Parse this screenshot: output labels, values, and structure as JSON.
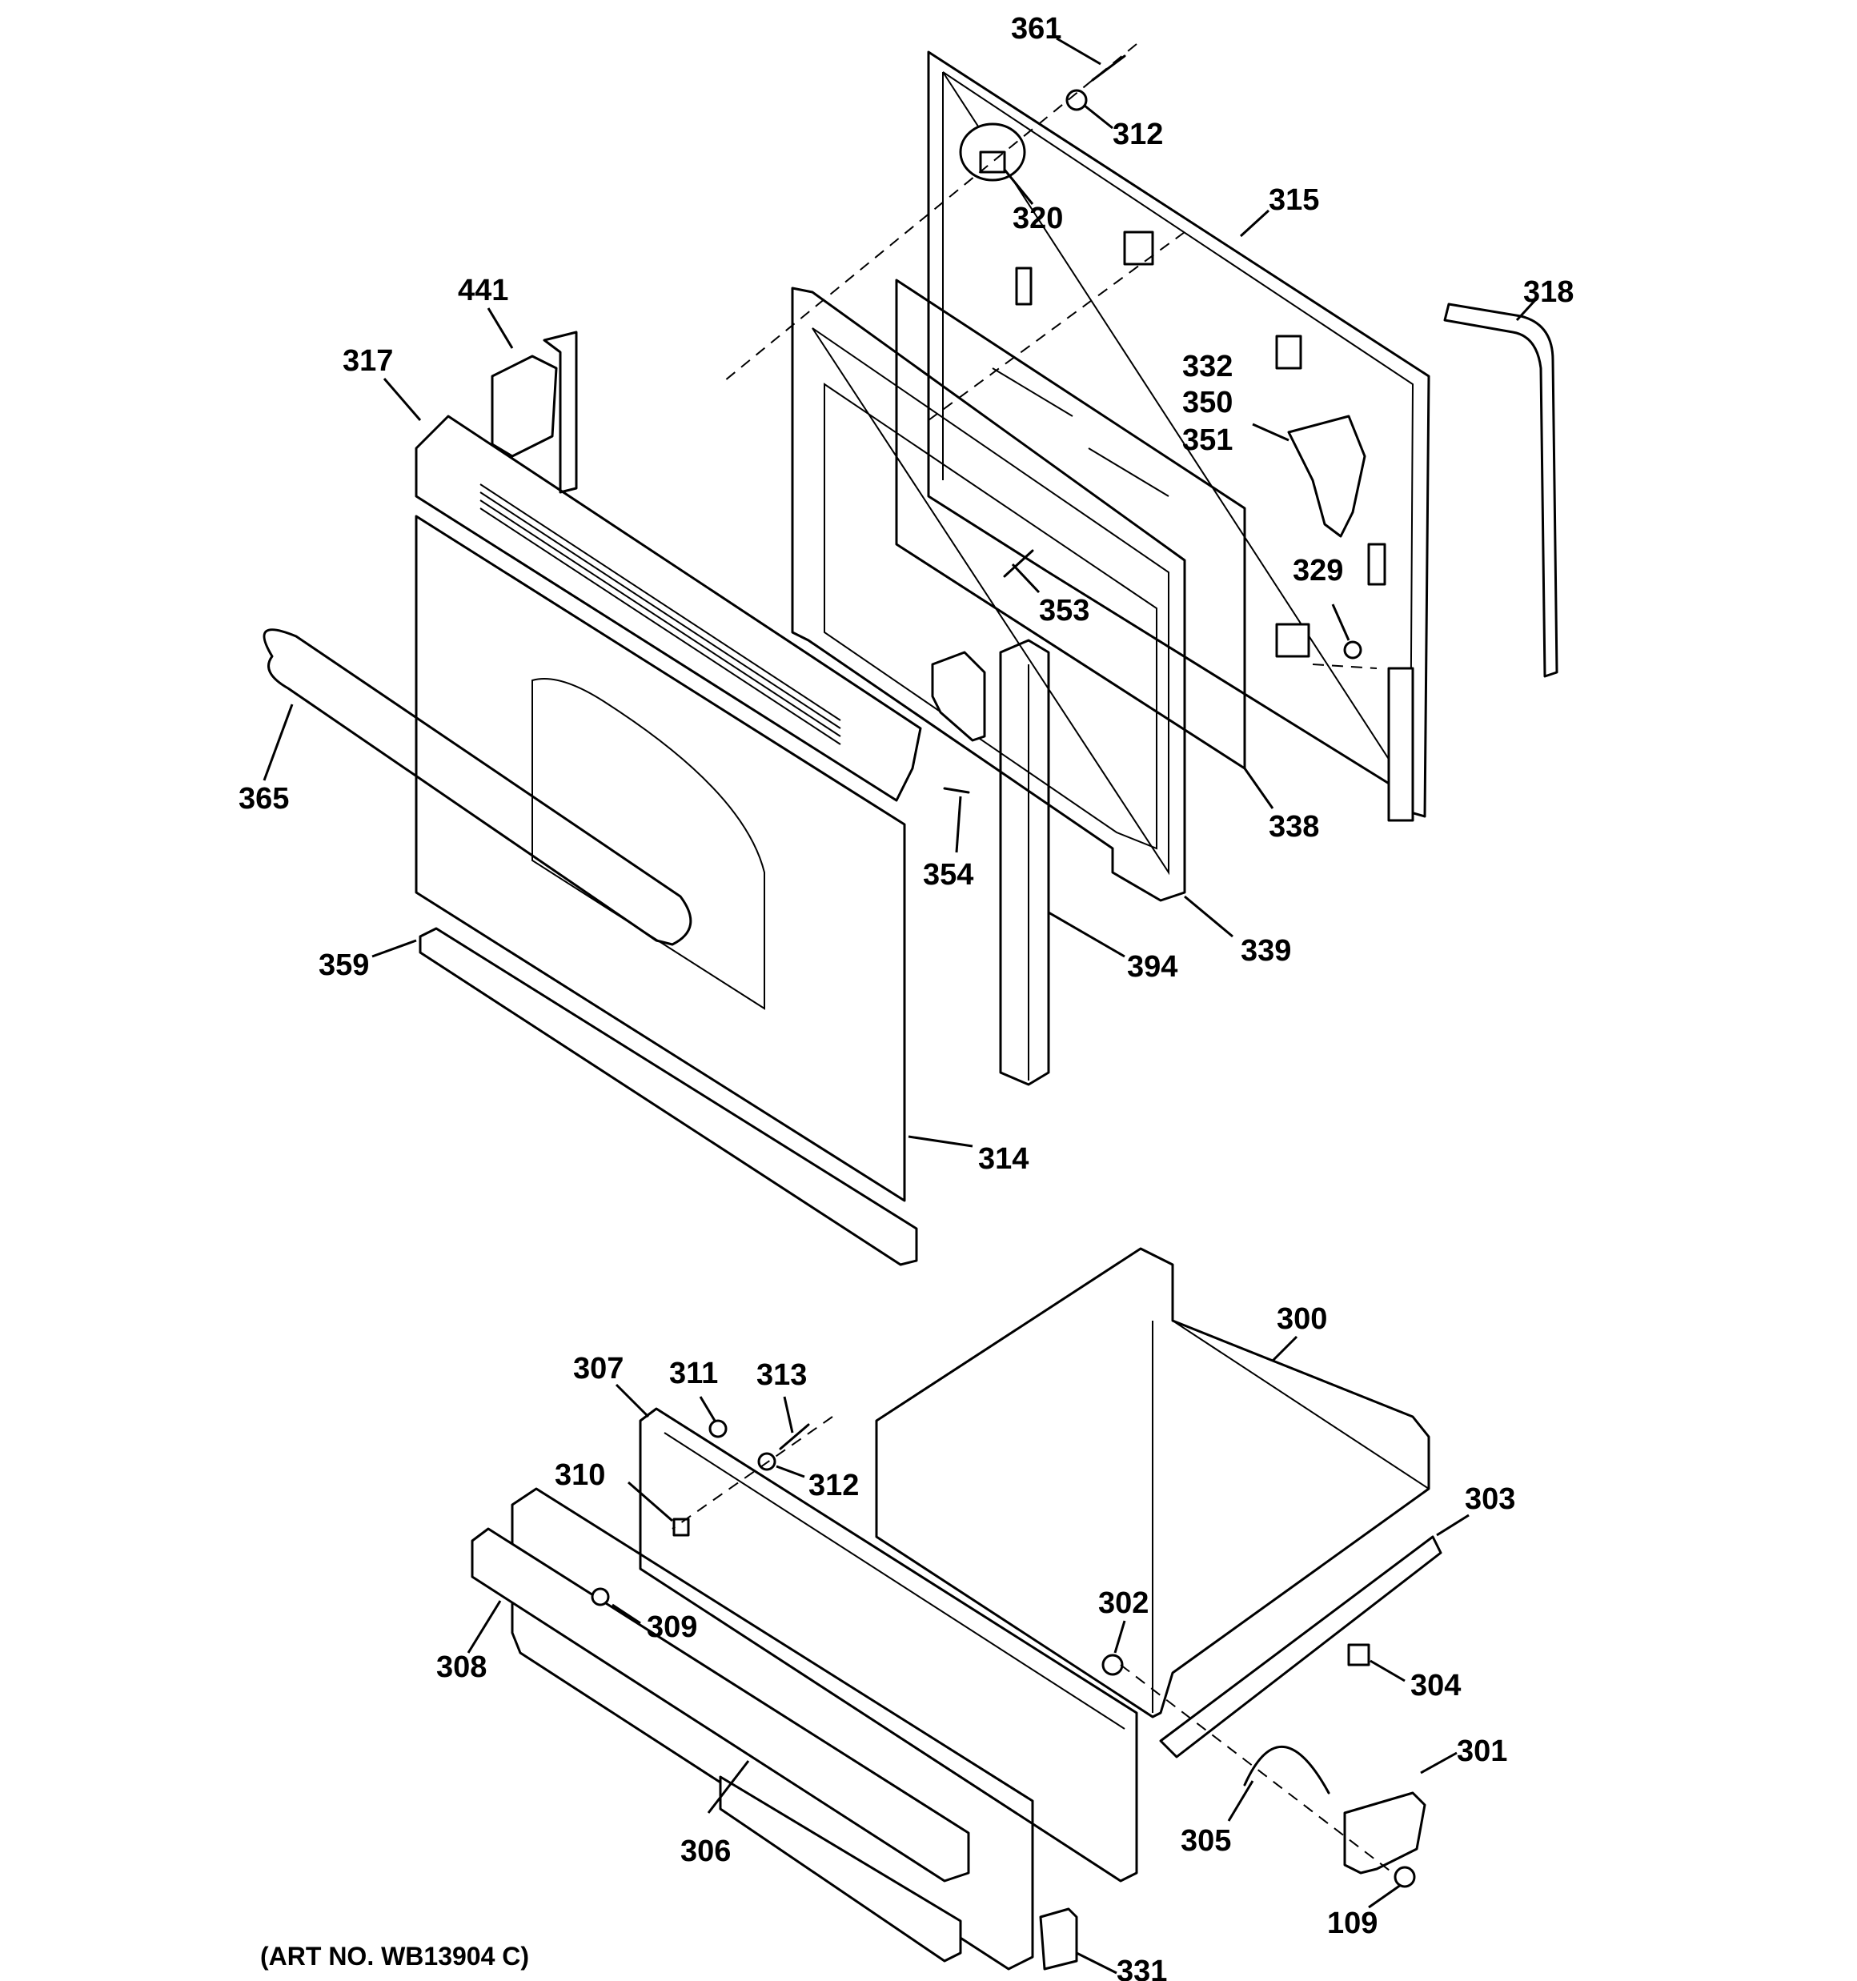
{
  "labels": [
    "361",
    "312",
    "320",
    "315",
    "318",
    "441",
    "317",
    "332",
    "350",
    "351",
    "353",
    "329",
    "365",
    "354",
    "338",
    "339",
    "394",
    "359",
    "314",
    "300",
    "307",
    "311",
    "313",
    "312",
    "310",
    "303",
    "302",
    "309",
    "308",
    "304",
    "301",
    "305",
    "306",
    "109",
    "331"
  ],
  "art_number": "(ART NO. WB13904 C)"
}
